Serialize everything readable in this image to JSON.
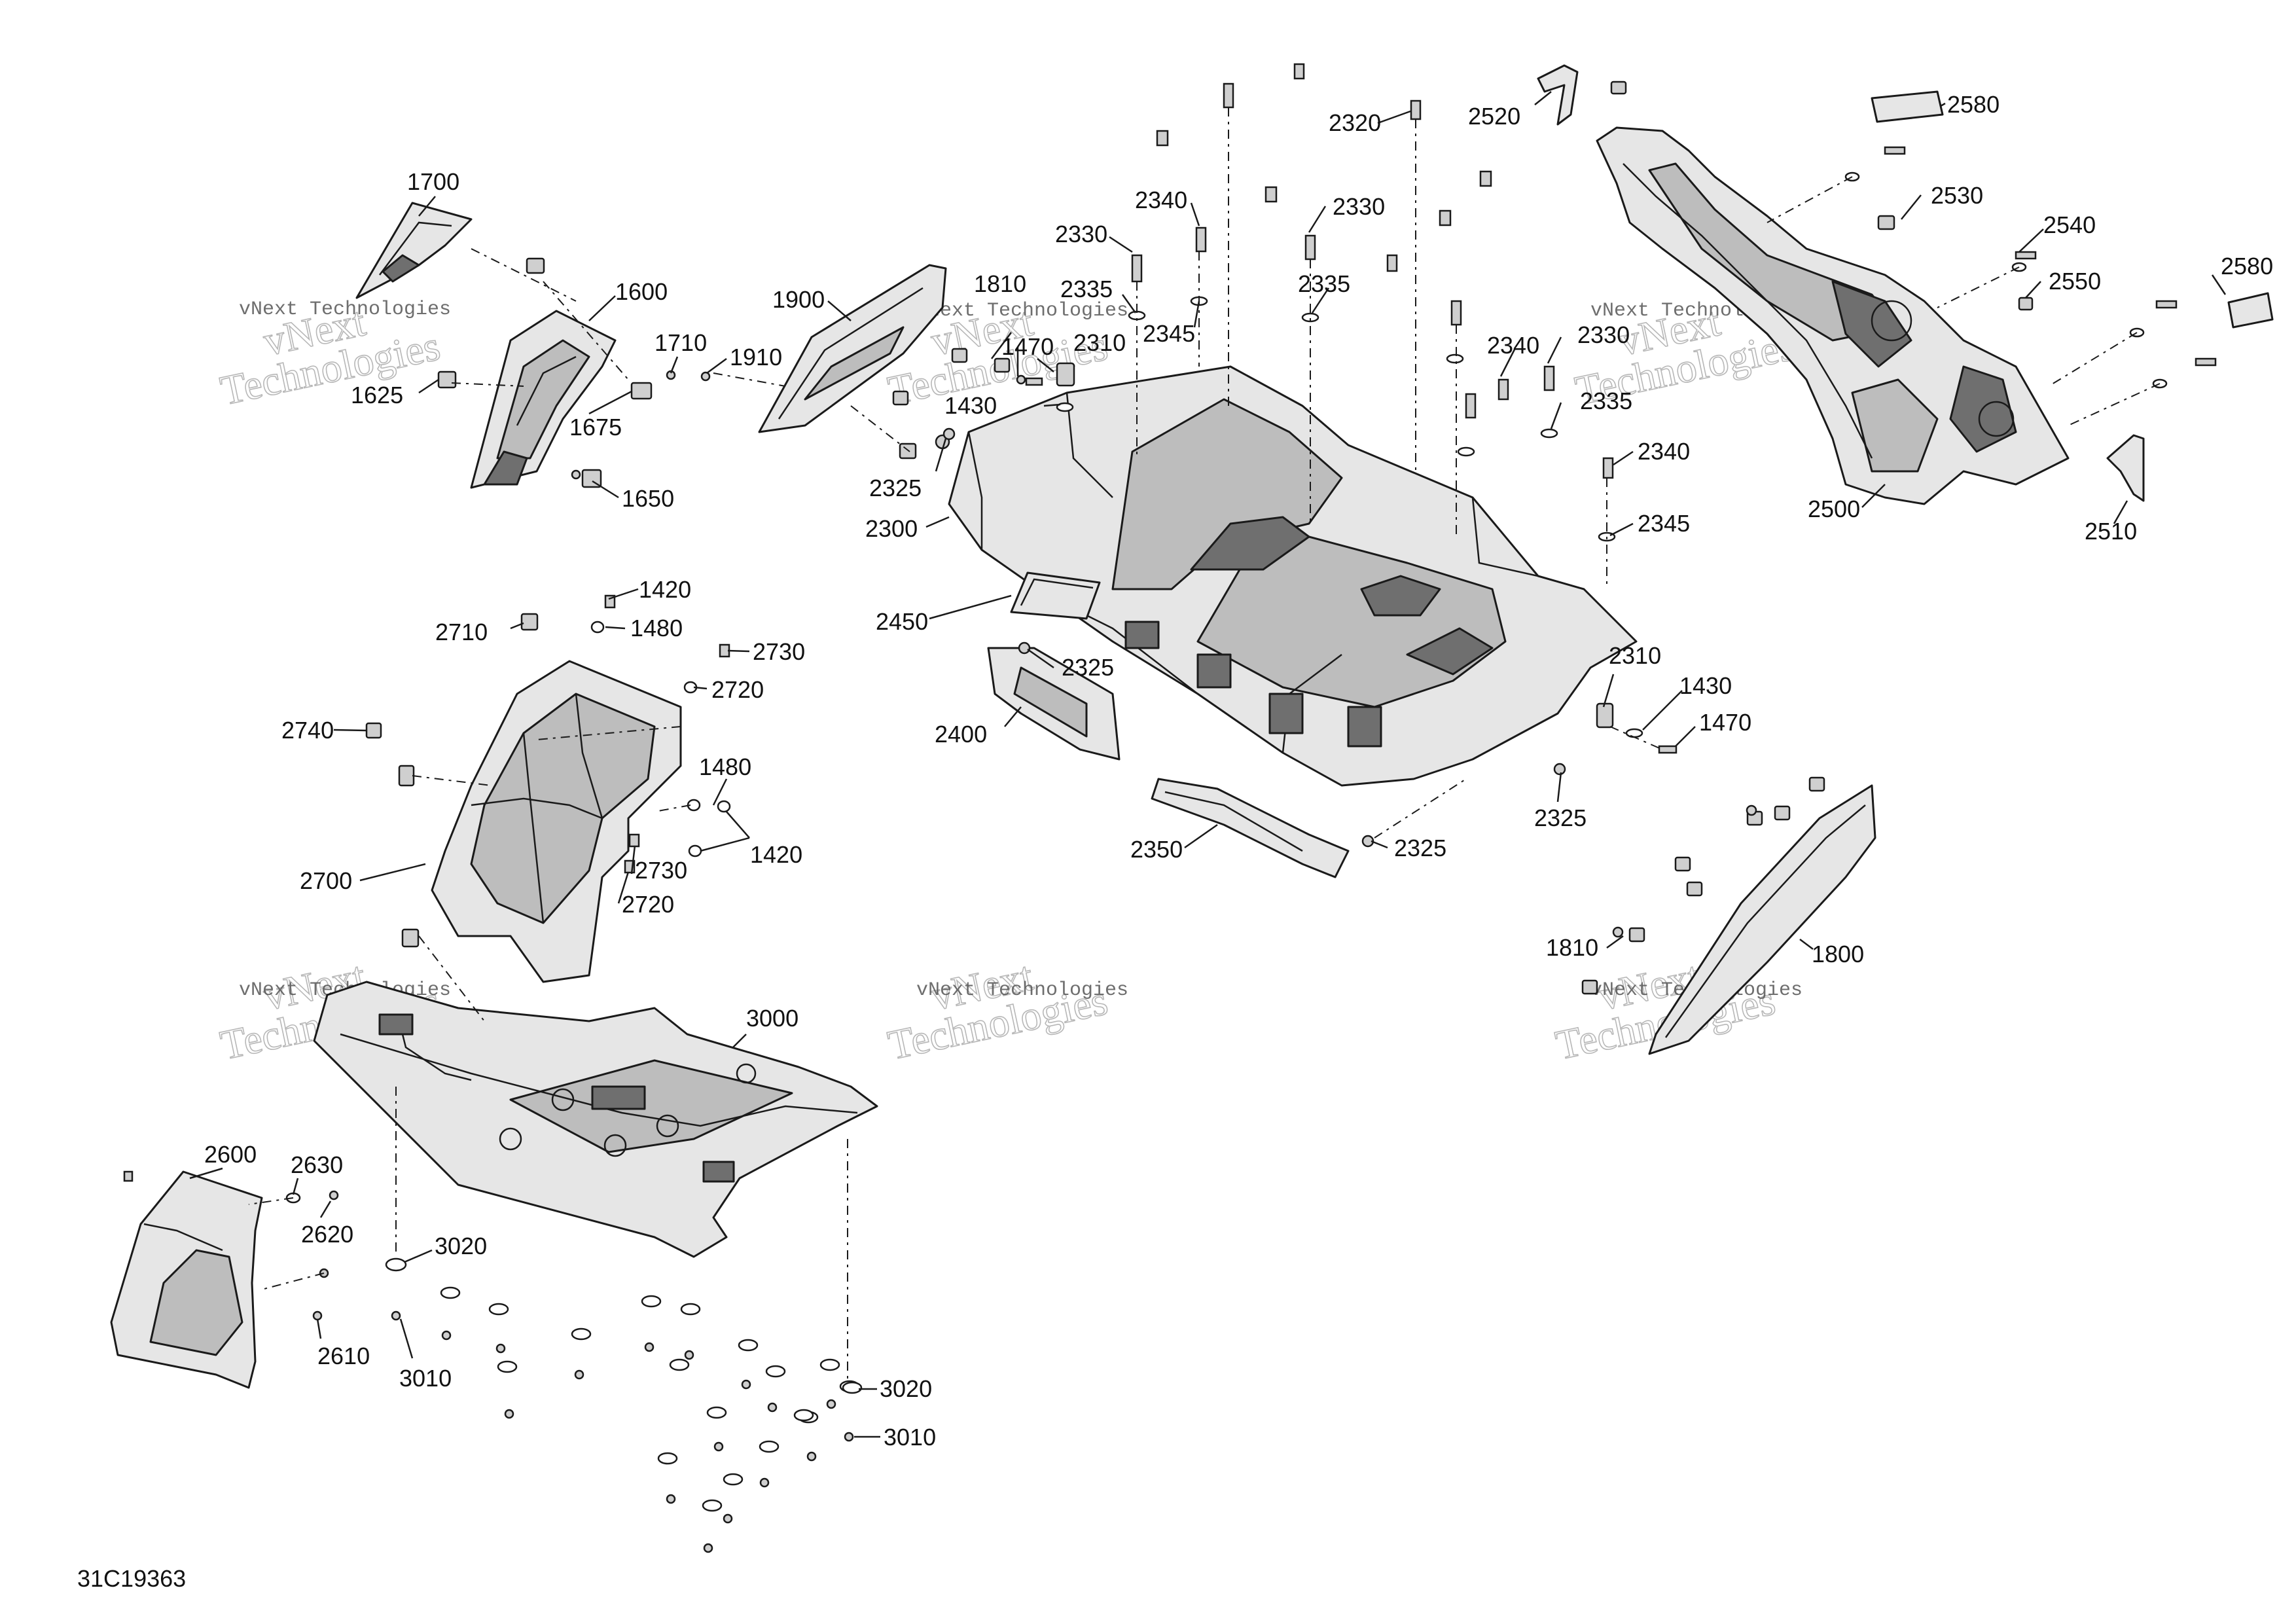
{
  "diagram": {
    "reference_code": "31C19363",
    "watermark": {
      "line1": "vNext",
      "line2": "Technologies",
      "small": "vNext Technologies"
    },
    "callouts": [
      {
        "id": "c1700",
        "text": "1700"
      },
      {
        "id": "c1600",
        "text": "1600"
      },
      {
        "id": "c1710",
        "text": "1710"
      },
      {
        "id": "c1625",
        "text": "1625"
      },
      {
        "id": "c1675",
        "text": "1675"
      },
      {
        "id": "c1650",
        "text": "1650"
      },
      {
        "id": "c1900",
        "text": "1900"
      },
      {
        "id": "c1910",
        "text": "1910"
      },
      {
        "id": "c1810a",
        "text": "1810"
      },
      {
        "id": "c1470a",
        "text": "1470"
      },
      {
        "id": "c2310a",
        "text": "2310"
      },
      {
        "id": "c1430a",
        "text": "1430"
      },
      {
        "id": "c2325a",
        "text": "2325"
      },
      {
        "id": "c2300",
        "text": "2300"
      },
      {
        "id": "c2330a",
        "text": "2330"
      },
      {
        "id": "c2340a",
        "text": "2340"
      },
      {
        "id": "c2335a",
        "text": "2335"
      },
      {
        "id": "c2345a",
        "text": "2345"
      },
      {
        "id": "c2320",
        "text": "2320"
      },
      {
        "id": "c2330b",
        "text": "2330"
      },
      {
        "id": "c2335b",
        "text": "2335"
      },
      {
        "id": "c2340b",
        "text": "2340"
      },
      {
        "id": "c2330c",
        "text": "2330"
      },
      {
        "id": "c2335c",
        "text": "2335"
      },
      {
        "id": "c2340c",
        "text": "2340"
      },
      {
        "id": "c2345b",
        "text": "2345"
      },
      {
        "id": "c2520",
        "text": "2520"
      },
      {
        "id": "c2580a",
        "text": "2580"
      },
      {
        "id": "c2530",
        "text": "2530"
      },
      {
        "id": "c2540",
        "text": "2540"
      },
      {
        "id": "c2550",
        "text": "2550"
      },
      {
        "id": "c2580b",
        "text": "2580"
      },
      {
        "id": "c2500",
        "text": "2500"
      },
      {
        "id": "c2510",
        "text": "2510"
      },
      {
        "id": "c2450",
        "text": "2450"
      },
      {
        "id": "c2325b",
        "text": "2325"
      },
      {
        "id": "c2400",
        "text": "2400"
      },
      {
        "id": "c2310b",
        "text": "2310"
      },
      {
        "id": "c1430b",
        "text": "1430"
      },
      {
        "id": "c1470b",
        "text": "1470"
      },
      {
        "id": "c2325c",
        "text": "2325"
      },
      {
        "id": "c2350",
        "text": "2350"
      },
      {
        "id": "c2325d",
        "text": "2325"
      },
      {
        "id": "c1420a",
        "text": "1420"
      },
      {
        "id": "c1480a",
        "text": "1480"
      },
      {
        "id": "c2710",
        "text": "2710"
      },
      {
        "id": "c2730a",
        "text": "2730"
      },
      {
        "id": "c2720a",
        "text": "2720"
      },
      {
        "id": "c2740",
        "text": "2740"
      },
      {
        "id": "c1480b",
        "text": "1480"
      },
      {
        "id": "c1420b",
        "text": "1420"
      },
      {
        "id": "c2730b",
        "text": "2730"
      },
      {
        "id": "c2700",
        "text": "2700"
      },
      {
        "id": "c2720b",
        "text": "2720"
      },
      {
        "id": "c1810b",
        "text": "1810"
      },
      {
        "id": "c1800",
        "text": "1800"
      },
      {
        "id": "c3000",
        "text": "3000"
      },
      {
        "id": "c2600",
        "text": "2600"
      },
      {
        "id": "c2630",
        "text": "2630"
      },
      {
        "id": "c2620",
        "text": "2620"
      },
      {
        "id": "c3020a",
        "text": "3020"
      },
      {
        "id": "c2610",
        "text": "2610"
      },
      {
        "id": "c3010a",
        "text": "3010"
      },
      {
        "id": "c3020b",
        "text": "3020"
      },
      {
        "id": "c3010b",
        "text": "3010"
      }
    ]
  }
}
